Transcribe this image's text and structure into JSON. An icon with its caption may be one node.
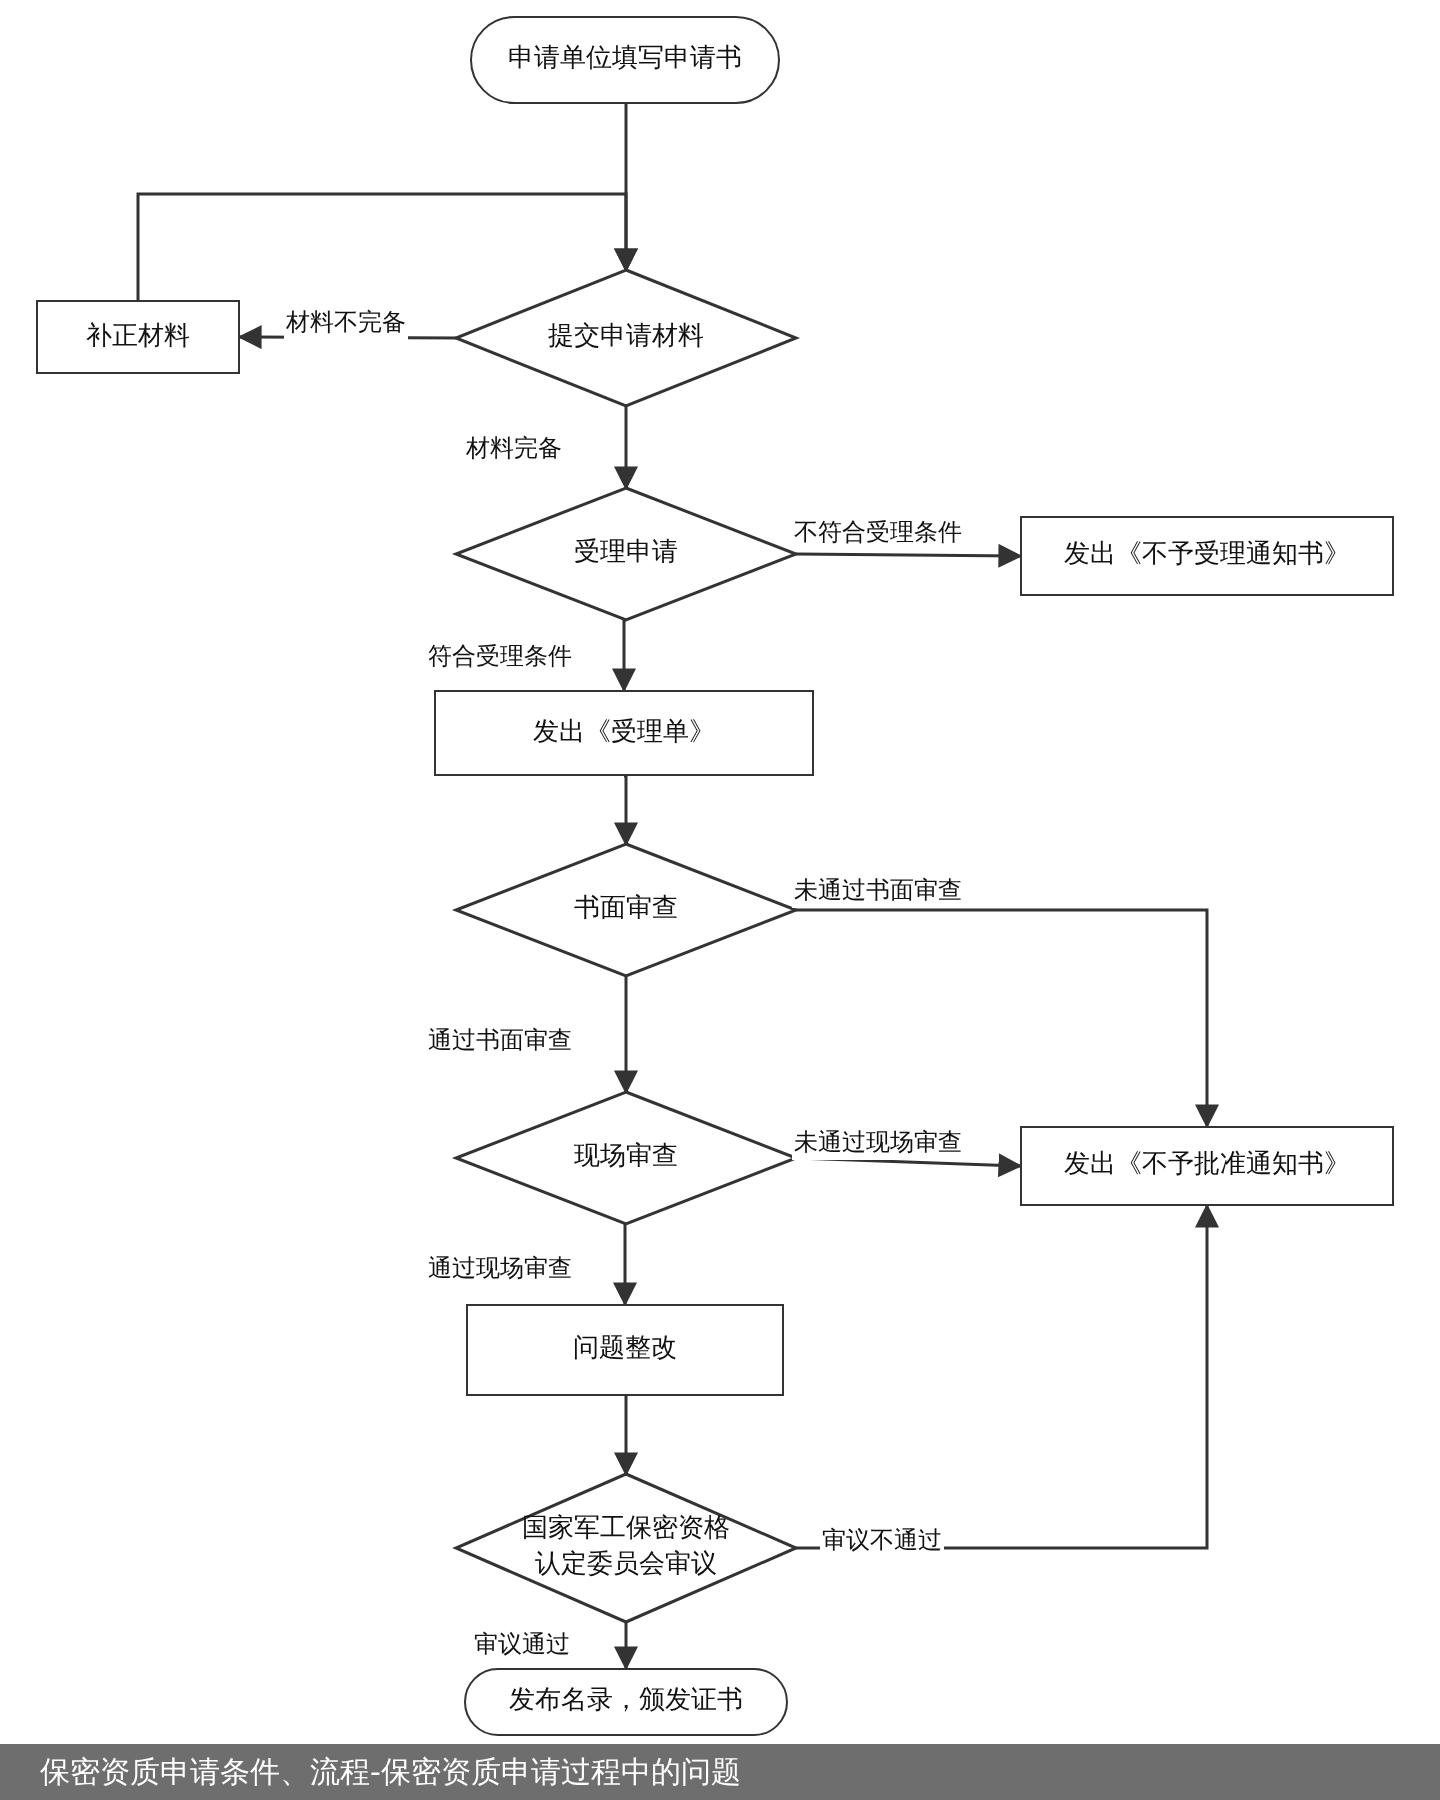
{
  "diagram": {
    "caption": "保密资质申请条件、流程-保密资质申请过程中的问题",
    "nodes": [
      {
        "text": [
          "申请单位填写申请书"
        ]
      },
      {
        "text": [
          "提交申请材料"
        ]
      },
      {
        "text": [
          "补正材料"
        ]
      },
      {
        "text": [
          "受理申请"
        ]
      },
      {
        "text": [
          "发出《不予受理通知书》"
        ]
      },
      {
        "text": [
          "发出《受理单》"
        ]
      },
      {
        "text": [
          "书面审查"
        ]
      },
      {
        "text": [
          "现场审查"
        ]
      },
      {
        "text": [
          "发出《不予批准通知书》"
        ]
      },
      {
        "text": [
          "问题整改"
        ]
      },
      {
        "text": [
          "国家军工保密资格认定委员会审议"
        ]
      },
      {
        "text": [
          "发布名录，颁发证书"
        ]
      }
    ],
    "edges": [
      {
        "from": 0,
        "to": 1,
        "arrow": "to"
      },
      {
        "from": 1,
        "to": 2,
        "arrow": "to",
        "label": "材料不完备"
      },
      {
        "from": 2,
        "to": 1,
        "arrow": "to"
      },
      {
        "from": 1,
        "to": 3,
        "arrow": "to",
        "label": "材料完备"
      },
      {
        "from": 3,
        "to": 4,
        "arrow": "to",
        "label": "不符合受理条件"
      },
      {
        "from": 3,
        "to": 5,
        "arrow": "to",
        "label": "符合受理条件"
      },
      {
        "from": 5,
        "to": 6,
        "arrow": "to"
      },
      {
        "from": 6,
        "to": 8,
        "arrow": "to",
        "label": "未通过书面审查"
      },
      {
        "from": 6,
        "to": 7,
        "arrow": "to",
        "label": "通过书面审查"
      },
      {
        "from": 7,
        "to": 8,
        "arrow": "to",
        "label": "未通过现场审查"
      },
      {
        "from": 7,
        "to": 9,
        "arrow": "to",
        "label": "通过现场审查"
      },
      {
        "from": 9,
        "to": 10,
        "arrow": "to"
      },
      {
        "from": 10,
        "to": 8,
        "arrow": "to",
        "label": "审议不通过"
      },
      {
        "from": 10,
        "to": 11,
        "arrow": "to",
        "label": "审议通过"
      }
    ]
  }
}
